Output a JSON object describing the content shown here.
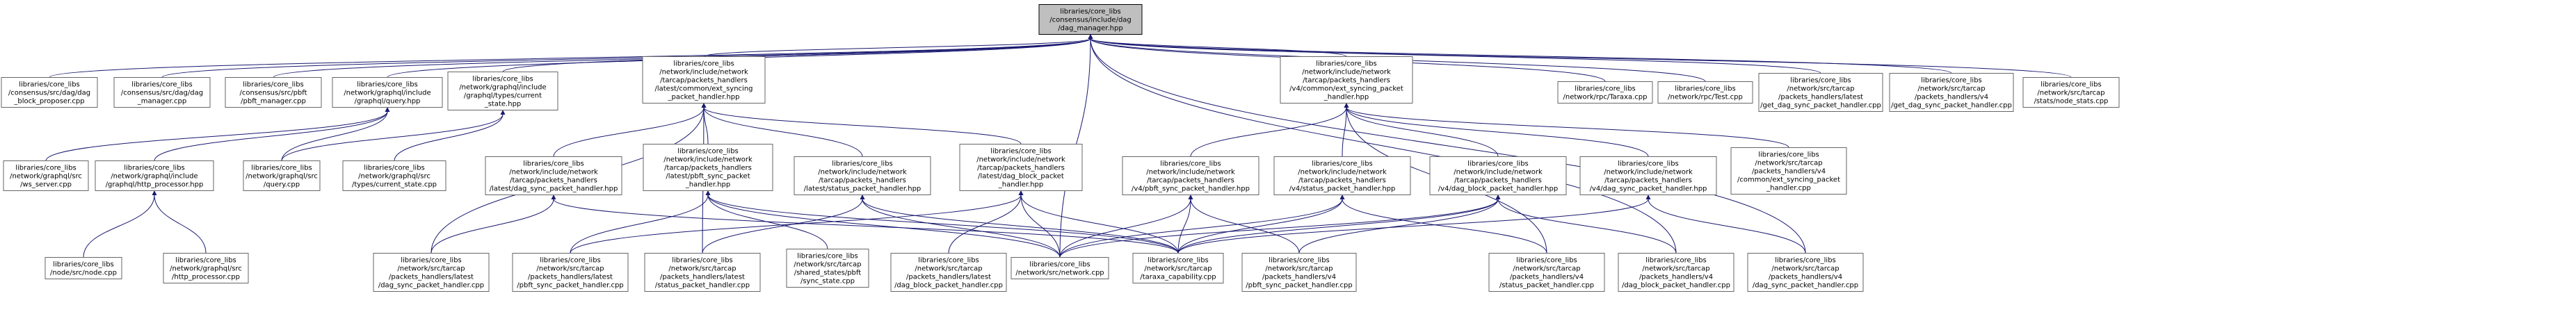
{
  "graph": {
    "edge_color": "#191970",
    "root_fill": "#bfbfbf",
    "nodes": [
      {
        "id": "dag_manager",
        "lines": [
          "libraries/core_libs",
          "/consensus/include/dag",
          "/dag_manager.hpp"
        ],
        "root": true
      },
      {
        "id": "dag_block_proposer",
        "lines": [
          "libraries/core_libs",
          "/consensus/src/dag/dag",
          "_block_proposer.cpp"
        ]
      },
      {
        "id": "dag_manager_cpp",
        "lines": [
          "libraries/core_libs",
          "/consensus/src/dag/dag",
          "_manager.cpp"
        ]
      },
      {
        "id": "pbft_manager",
        "lines": [
          "libraries/core_libs",
          "/consensus/src/pbft",
          "/pbft_manager.cpp"
        ]
      },
      {
        "id": "query_hpp",
        "lines": [
          "libraries/core_libs",
          "/network/graphql/include",
          "/graphql/query.hpp"
        ]
      },
      {
        "id": "current_state_hpp",
        "lines": [
          "libraries/core_libs",
          "/network/graphql/include",
          "/graphql/types/current",
          "_state.hpp"
        ]
      },
      {
        "id": "latest_ext_syncing",
        "lines": [
          "libraries/core_libs",
          "/network/include/network",
          "/tarcap/packets_handlers",
          "/latest/common/ext_syncing",
          "_packet_handler.hpp"
        ]
      },
      {
        "id": "v4_ext_syncing",
        "lines": [
          "libraries/core_libs",
          "/network/include/network",
          "/tarcap/packets_handlers",
          "/v4/common/ext_syncing_packet",
          "_handler.hpp"
        ]
      },
      {
        "id": "taraxa_cpp",
        "lines": [
          "libraries/core_libs",
          "/network/rpc/Taraxa.cpp"
        ]
      },
      {
        "id": "test_cpp",
        "lines": [
          "libraries/core_libs",
          "/network/rpc/Test.cpp"
        ]
      },
      {
        "id": "latest_get_dag_sync",
        "lines": [
          "libraries/core_libs",
          "/network/src/tarcap",
          "/packets_handlers/latest",
          "/get_dag_sync_packet_handler.cpp"
        ]
      },
      {
        "id": "v4_get_dag_sync",
        "lines": [
          "libraries/core_libs",
          "/network/src/tarcap",
          "/packets_handlers/v4",
          "/get_dag_sync_packet_handler.cpp"
        ]
      },
      {
        "id": "node_stats",
        "lines": [
          "libraries/core_libs",
          "/network/src/tarcap",
          "/stats/node_stats.cpp"
        ]
      },
      {
        "id": "ws_server",
        "lines": [
          "libraries/core_libs",
          "/network/graphql/src",
          "/ws_server.cpp"
        ]
      },
      {
        "id": "http_processor_hpp",
        "lines": [
          "libraries/core_libs",
          "/network/graphql/include",
          "/graphql/http_processor.hpp"
        ]
      },
      {
        "id": "query_cpp",
        "lines": [
          "libraries/core_libs",
          "/network/graphql/src",
          "/query.cpp"
        ]
      },
      {
        "id": "current_state_cpp",
        "lines": [
          "libraries/core_libs",
          "/network/graphql/src",
          "/types/current_state.cpp"
        ]
      },
      {
        "id": "latest_dag_sync_hpp",
        "lines": [
          "libraries/core_libs",
          "/network/include/network",
          "/tarcap/packets_handlers",
          "/latest/dag_sync_packet_handler.hpp"
        ]
      },
      {
        "id": "latest_pbft_sync_hpp",
        "lines": [
          "libraries/core_libs",
          "/network/include/network",
          "/tarcap/packets_handlers",
          "/latest/pbft_sync_packet",
          "_handler.hpp"
        ]
      },
      {
        "id": "latest_status_hpp",
        "lines": [
          "libraries/core_libs",
          "/network/include/network",
          "/tarcap/packets_handlers",
          "/latest/status_packet_handler.hpp"
        ]
      },
      {
        "id": "latest_dag_block_hpp",
        "lines": [
          "libraries/core_libs",
          "/network/include/network",
          "/tarcap/packets_handlers",
          "/latest/dag_block_packet",
          "_handler.hpp"
        ]
      },
      {
        "id": "v4_pbft_sync_hpp",
        "lines": [
          "libraries/core_libs",
          "/network/include/network",
          "/tarcap/packets_handlers",
          "/v4/pbft_sync_packet_handler.hpp"
        ]
      },
      {
        "id": "v4_status_hpp",
        "lines": [
          "libraries/core_libs",
          "/network/include/network",
          "/tarcap/packets_handlers",
          "/v4/status_packet_handler.hpp"
        ]
      },
      {
        "id": "v4_dag_block_hpp",
        "lines": [
          "libraries/core_libs",
          "/network/include/network",
          "/tarcap/packets_handlers",
          "/v4/dag_block_packet_handler.hpp"
        ]
      },
      {
        "id": "v4_dag_sync_hpp",
        "lines": [
          "libraries/core_libs",
          "/network/include/network",
          "/tarcap/packets_handlers",
          "/v4/dag_sync_packet_handler.hpp"
        ]
      },
      {
        "id": "v4_ext_syncing_cpp",
        "lines": [
          "libraries/core_libs",
          "/network/src/tarcap",
          "/packets_handlers/v4",
          "/common/ext_syncing_packet",
          "_handler.cpp"
        ]
      },
      {
        "id": "node_cpp",
        "lines": [
          "libraries/core_libs",
          "/node/src/node.cpp"
        ]
      },
      {
        "id": "http_processor_cpp",
        "lines": [
          "libraries/core_libs",
          "/network/graphql/src",
          "/http_processor.cpp"
        ]
      },
      {
        "id": "latest_dag_sync_cpp",
        "lines": [
          "libraries/core_libs",
          "/network/src/tarcap",
          "/packets_handlers/latest",
          "/dag_sync_packet_handler.cpp"
        ]
      },
      {
        "id": "latest_pbft_sync_cpp",
        "lines": [
          "libraries/core_libs",
          "/network/src/tarcap",
          "/packets_handlers/latest",
          "/pbft_sync_packet_handler.cpp"
        ]
      },
      {
        "id": "latest_status_cpp",
        "lines": [
          "libraries/core_libs",
          "/network/src/tarcap",
          "/packets_handlers/latest",
          "/status_packet_handler.cpp"
        ]
      },
      {
        "id": "sync_state_cpp",
        "lines": [
          "libraries/core_libs",
          "/network/src/tarcap",
          "/shared_states/pbft",
          "/sync_state.cpp"
        ]
      },
      {
        "id": "latest_dag_block_cpp",
        "lines": [
          "libraries/core_libs",
          "/network/src/tarcap",
          "/packets_handlers/latest",
          "/dag_block_packet_handler.cpp"
        ]
      },
      {
        "id": "network_cpp",
        "lines": [
          "libraries/core_libs",
          "/network/src/network.cpp"
        ]
      },
      {
        "id": "taraxa_capability_cpp",
        "lines": [
          "libraries/core_libs",
          "/network/src/tarcap",
          "/taraxa_capability.cpp"
        ]
      },
      {
        "id": "v4_pbft_sync_cpp",
        "lines": [
          "libraries/core_libs",
          "/network/src/tarcap",
          "/packets_handlers/v4",
          "/pbft_sync_packet_handler.cpp"
        ]
      },
      {
        "id": "v4_status_cpp",
        "lines": [
          "libraries/core_libs",
          "/network/src/tarcap",
          "/packets_handlers/v4",
          "/status_packet_handler.cpp"
        ]
      },
      {
        "id": "v4_dag_block_cpp",
        "lines": [
          "libraries/core_libs",
          "/network/src/tarcap",
          "/packets_handlers/v4",
          "/dag_block_packet_handler.cpp"
        ]
      },
      {
        "id": "v4_dag_sync_cpp",
        "lines": [
          "libraries/core_libs",
          "/network/src/tarcap",
          "/packets_handlers/v4",
          "/dag_sync_packet_handler.cpp"
        ]
      }
    ],
    "edges": [
      [
        "dag_manager",
        "dag_block_proposer"
      ],
      [
        "dag_manager",
        "dag_manager_cpp"
      ],
      [
        "dag_manager",
        "pbft_manager"
      ],
      [
        "dag_manager",
        "query_hpp"
      ],
      [
        "dag_manager",
        "current_state_hpp"
      ],
      [
        "dag_manager",
        "latest_ext_syncing"
      ],
      [
        "dag_manager",
        "v4_ext_syncing"
      ],
      [
        "dag_manager",
        "taraxa_cpp"
      ],
      [
        "dag_manager",
        "test_cpp"
      ],
      [
        "dag_manager",
        "latest_get_dag_sync"
      ],
      [
        "dag_manager",
        "v4_get_dag_sync"
      ],
      [
        "dag_manager",
        "node_stats"
      ],
      [
        "dag_manager",
        "network_cpp"
      ],
      [
        "dag_manager",
        "v4_dag_block_cpp"
      ],
      [
        "dag_manager",
        "v4_dag_sync_cpp"
      ],
      [
        "query_hpp",
        "ws_server"
      ],
      [
        "query_hpp",
        "http_processor_hpp"
      ],
      [
        "query_hpp",
        "query_cpp"
      ],
      [
        "current_state_hpp",
        "query_cpp"
      ],
      [
        "current_state_hpp",
        "current_state_cpp"
      ],
      [
        "http_processor_hpp",
        "node_cpp"
      ],
      [
        "http_processor_hpp",
        "http_processor_cpp"
      ],
      [
        "latest_ext_syncing",
        "latest_dag_sync_hpp"
      ],
      [
        "latest_ext_syncing",
        "latest_pbft_sync_hpp"
      ],
      [
        "latest_ext_syncing",
        "latest_status_hpp"
      ],
      [
        "latest_ext_syncing",
        "latest_dag_block_hpp"
      ],
      [
        "latest_ext_syncing",
        "latest_dag_sync_cpp"
      ],
      [
        "latest_ext_syncing",
        "latest_status_cpp"
      ],
      [
        "latest_dag_sync_hpp",
        "latest_dag_sync_cpp"
      ],
      [
        "latest_dag_sync_hpp",
        "taraxa_capability_cpp"
      ],
      [
        "latest_pbft_sync_hpp",
        "latest_pbft_sync_cpp"
      ],
      [
        "latest_pbft_sync_hpp",
        "sync_state_cpp"
      ],
      [
        "latest_pbft_sync_hpp",
        "network_cpp"
      ],
      [
        "latest_pbft_sync_hpp",
        "taraxa_capability_cpp"
      ],
      [
        "latest_status_hpp",
        "latest_status_cpp"
      ],
      [
        "latest_status_hpp",
        "network_cpp"
      ],
      [
        "latest_status_hpp",
        "taraxa_capability_cpp"
      ],
      [
        "latest_dag_block_hpp",
        "latest_dag_block_cpp"
      ],
      [
        "latest_dag_block_hpp",
        "network_cpp"
      ],
      [
        "latest_dag_block_hpp",
        "taraxa_capability_cpp"
      ],
      [
        "latest_dag_block_hpp",
        "latest_pbft_sync_cpp"
      ],
      [
        "v4_ext_syncing",
        "v4_pbft_sync_hpp"
      ],
      [
        "v4_ext_syncing",
        "v4_status_hpp"
      ],
      [
        "v4_ext_syncing",
        "v4_dag_block_hpp"
      ],
      [
        "v4_ext_syncing",
        "v4_dag_sync_hpp"
      ],
      [
        "v4_ext_syncing",
        "v4_ext_syncing_cpp"
      ],
      [
        "v4_ext_syncing",
        "v4_status_cpp"
      ],
      [
        "v4_pbft_sync_hpp",
        "v4_pbft_sync_cpp"
      ],
      [
        "v4_pbft_sync_hpp",
        "network_cpp"
      ],
      [
        "v4_pbft_sync_hpp",
        "taraxa_capability_cpp"
      ],
      [
        "v4_status_hpp",
        "v4_status_cpp"
      ],
      [
        "v4_status_hpp",
        "network_cpp"
      ],
      [
        "v4_status_hpp",
        "taraxa_capability_cpp"
      ],
      [
        "v4_dag_block_hpp",
        "v4_dag_block_cpp"
      ],
      [
        "v4_dag_block_hpp",
        "network_cpp"
      ],
      [
        "v4_dag_block_hpp",
        "taraxa_capability_cpp"
      ],
      [
        "v4_dag_block_hpp",
        "v4_pbft_sync_cpp"
      ],
      [
        "v4_dag_sync_hpp",
        "v4_dag_sync_cpp"
      ],
      [
        "v4_dag_sync_hpp",
        "taraxa_capability_cpp"
      ]
    ]
  }
}
